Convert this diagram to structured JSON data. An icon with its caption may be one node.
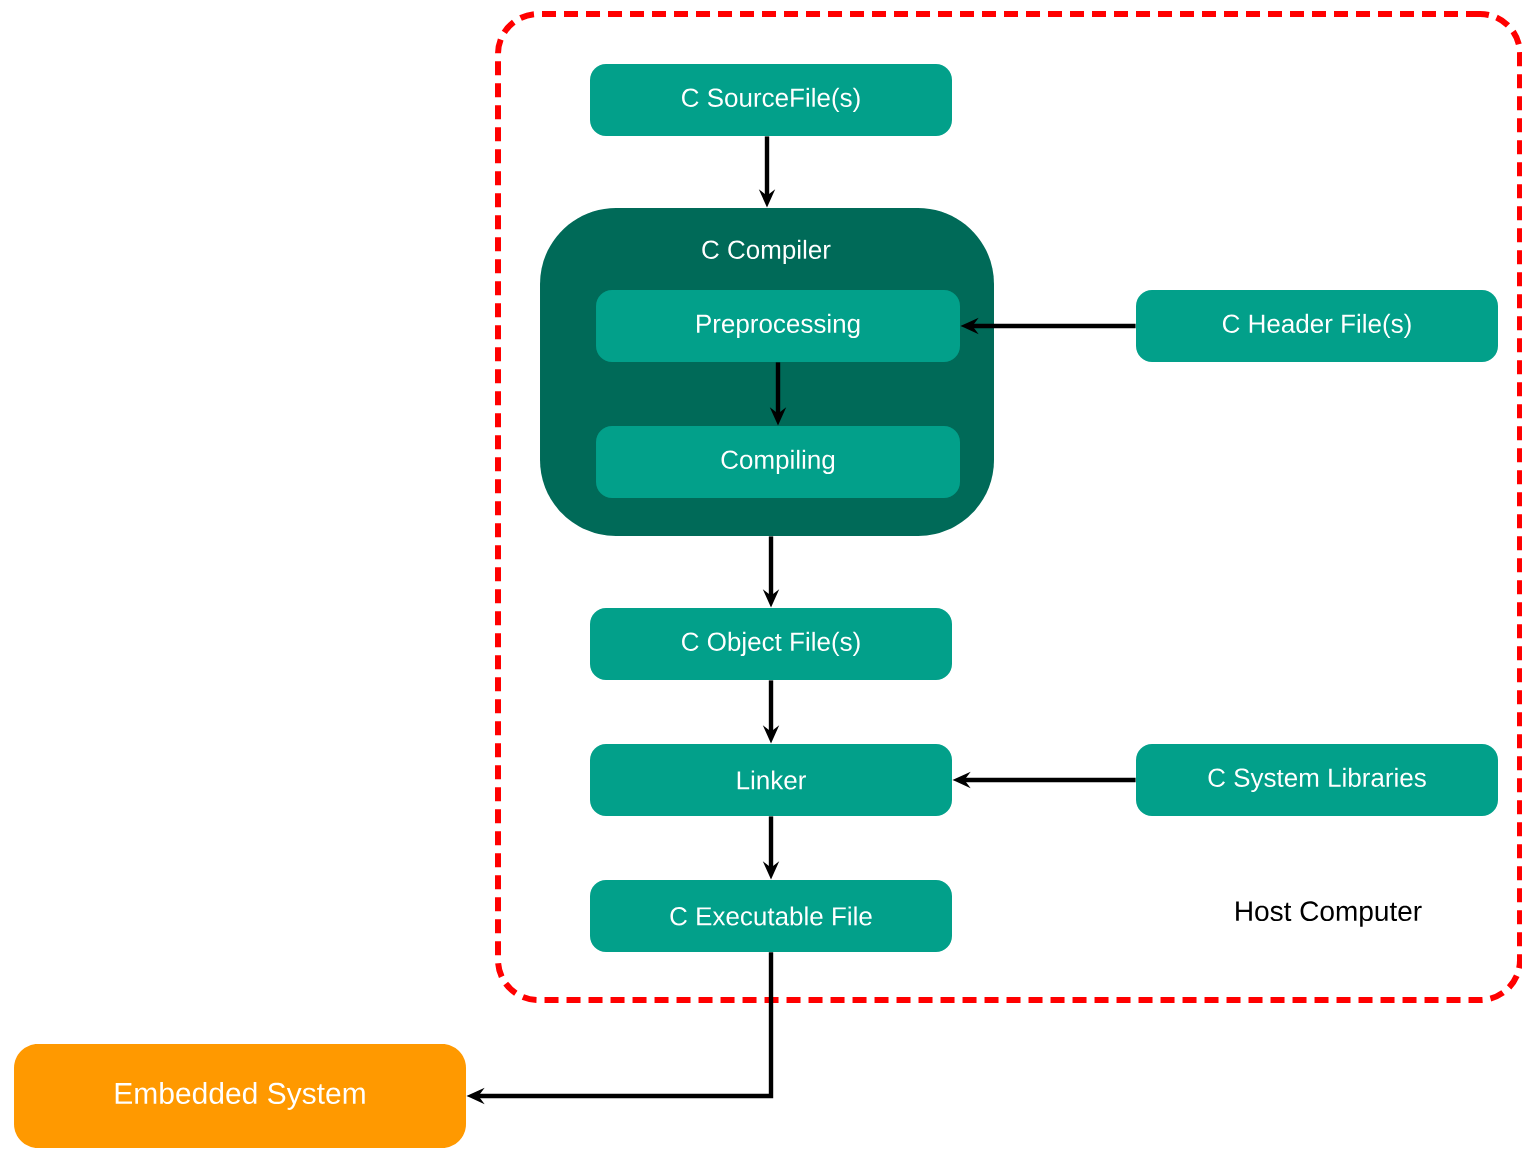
{
  "diagram": {
    "nodes": [
      {
        "text": [
          "Host Computer"
        ]
      },
      {
        "text": [
          "C SourceFile(s)"
        ],
        "in": 0
      },
      {
        "text": [
          "C Compiler"
        ],
        "in": 0
      },
      {
        "text": [
          "Preprocessing"
        ],
        "in": 2
      },
      {
        "text": [
          "Compiling"
        ],
        "in": 2
      },
      {
        "text": [
          "C Header File(s)"
        ],
        "in": 0
      },
      {
        "text": [
          "C Object File(s)"
        ],
        "in": 0
      },
      {
        "text": [
          "Linker"
        ],
        "in": 0
      },
      {
        "text": [
          "C System Libraries"
        ],
        "in": 0
      },
      {
        "text": [
          "C Executable File"
        ],
        "in": 0
      },
      {
        "text": [
          "Embedded System"
        ]
      }
    ],
    "edges": [
      {
        "from": 1,
        "to": 2,
        "arrow": "to"
      },
      {
        "from": 5,
        "to": 3,
        "arrow": "to"
      },
      {
        "from": 3,
        "to": 4,
        "arrow": "to"
      },
      {
        "from": 2,
        "to": 6,
        "arrow": "to"
      },
      {
        "from": 6,
        "to": 7,
        "arrow": "to"
      },
      {
        "from": 8,
        "to": 7,
        "arrow": "to"
      },
      {
        "from": 7,
        "to": 9,
        "arrow": "to"
      },
      {
        "from": 9,
        "to": 10,
        "arrow": "to"
      }
    ]
  }
}
